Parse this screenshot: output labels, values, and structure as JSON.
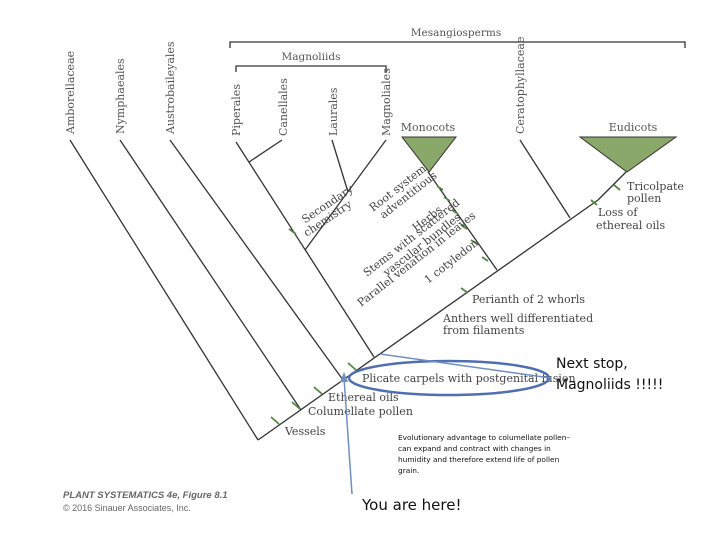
{
  "taxa": {
    "amborellaceae": "Amborellaceae",
    "nymphaeales": "Nymphaeales",
    "austrobaileyales": "Austrobaileyales",
    "piperales": "Piperales",
    "canellales": "Canellales",
    "laurales": "Laurales",
    "magnoliales": "Magnoliales",
    "monocots": "Monocots",
    "ceratophyllaceae": "Ceratophyllaceae",
    "eudicots": "Eudicots"
  },
  "groups": {
    "mesangiosperms": "Mesangiosperms",
    "magnoliids": "Magnoliids"
  },
  "characters": {
    "vessels": "Vessels",
    "ethereal_oils": "Ethereal oils",
    "columellate_pollen": "Columellate pollen",
    "plicate_carpels": "Plicate carpels with postgenital fusion",
    "secondary_chemistry_1": "Secondary",
    "secondary_chemistry_2": "chemistry",
    "root_system_1": "Root system",
    "root_system_2": "adventitious",
    "herbs": "Herbs",
    "stems_1": "Stems with scattered",
    "stems_2": "vascular bundles",
    "parallel_venation": "Parallel venation in leaves",
    "one_cotyledon": "1 cotyledon",
    "perianth": "Perianth of 2 whorls",
    "anthers_1": "Anthers well differentiated",
    "anthers_2": "from filaments",
    "tricolpate_1": "Tricolpate",
    "tricolpate_2": "pollen",
    "loss_oils_1": "Loss of",
    "loss_oils_2": "ethereal oils"
  },
  "credit": {
    "title": "PLANT SYSTEMATICS 4e, Figure 8.1",
    "copyright": "© 2016 Sinauer Associates, Inc."
  },
  "callouts": {
    "next_stop_line1": "Next stop,",
    "next_stop_line2": "Magnoliids !!!!!",
    "you_are_here": "You are here!",
    "note": "Evolutionary advantage to columellate pollen– can expand and contract with changes in humidity and therefore extend life of pollen grain."
  },
  "colors": {
    "clade_fill": "#8aa86a",
    "tick": "#4f8a3d",
    "highlight_ellipse": "#4f6fb0",
    "arrow": "#6f8fc4"
  }
}
